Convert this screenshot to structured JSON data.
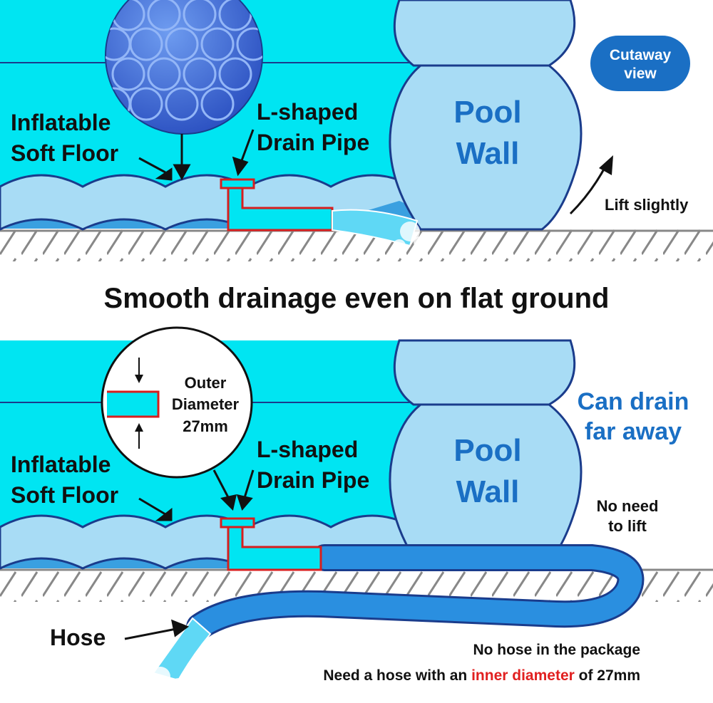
{
  "top_panel": {
    "floor_label_line1": "Inflatable",
    "floor_label_line2": "Soft Floor",
    "pipe_label_line1": "L-shaped",
    "pipe_label_line2": "Drain Pipe",
    "wall_label_line1": "Pool",
    "wall_label_line2": "Wall",
    "badge_line1": "Cutaway",
    "badge_line2": "view",
    "lift_label": "Lift slightly"
  },
  "headline": "Smooth drainage even on flat ground",
  "bottom_panel": {
    "diameter_line1": "Outer",
    "diameter_line2": "Diameter",
    "diameter_line3": "27mm",
    "floor_label_line1": "Inflatable",
    "floor_label_line2": "Soft Floor",
    "pipe_label_line1": "L-shaped",
    "pipe_label_line2": "Drain Pipe",
    "wall_label_line1": "Pool",
    "wall_label_line2": "Wall",
    "drain_far_line1": "Can drain",
    "drain_far_line2": "far away",
    "no_lift_line1": "No need",
    "no_lift_line2": "to lift",
    "hose_label": "Hose",
    "note_line1": "No hose in the package",
    "note_line2_prefix": "Need a hose with an ",
    "note_line2_highlight": "inner diameter",
    "note_line2_suffix": " of 27mm"
  },
  "colors": {
    "water": "#00e5f2",
    "floor": "#a8dcf5",
    "wall": "#a8dcf5",
    "outline": "#1a3c8c",
    "pipe_outline": "#d81e1e",
    "hose": "#2a8fe0",
    "accent_text": "#1a6fc4",
    "highlight_text": "#e12020"
  }
}
